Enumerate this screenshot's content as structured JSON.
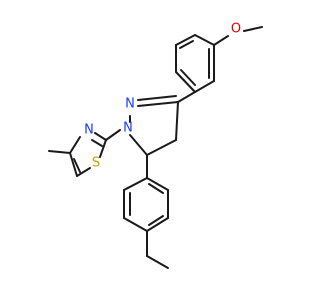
{
  "molecule": {
    "atoms": {
      "oxygen": {
        "symbol": "O",
        "color": "#e00000"
      },
      "pyrazole_n2": {
        "symbol": "N",
        "color": "#1a3cff"
      },
      "pyrazole_n1": {
        "symbol": "N",
        "color": "#1a3cff"
      },
      "thiazole_n": {
        "symbol": "N",
        "color": "#1a3cff"
      },
      "thiazole_s": {
        "symbol": "S",
        "color": "#c8a000"
      }
    },
    "bond_color": "#1a1a1a"
  }
}
